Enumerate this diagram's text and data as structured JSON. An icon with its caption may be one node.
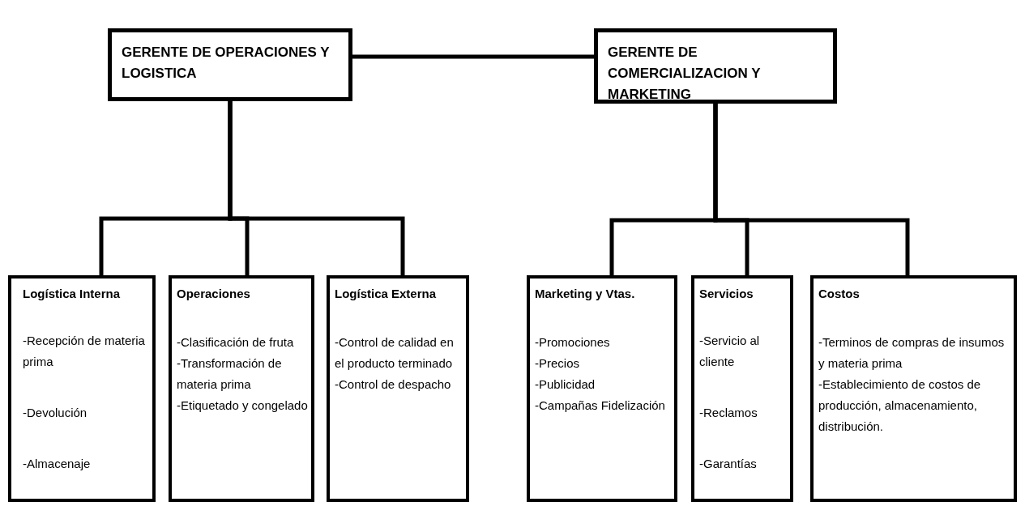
{
  "diagram": {
    "nodes": [
      {
        "text": [
          "GERENTE DE OPERACIONES Y LOGISTICA"
        ]
      },
      {
        "text": [
          "GERENTE DE COMERCIALIZACION Y MARKETING"
        ]
      },
      {
        "text": [
          "Logística Interna",
          "-Recepción de materia prima",
          "-Devolución",
          "-Almacenaje"
        ]
      },
      {
        "text": [
          "Operaciones",
          "-Clasificación de fruta",
          "-Transformación de materia prima",
          "-Etiquetado y congelado"
        ]
      },
      {
        "text": [
          "Logística Externa",
          "-Control de calidad en el producto terminado",
          "-Control de despacho"
        ]
      },
      {
        "text": [
          "Marketing y Vtas.",
          "-Promociones",
          "-Precios",
          "-Publicidad",
          "-Campañas Fidelización"
        ]
      },
      {
        "text": [
          "Servicios",
          "-Servicio al cliente",
          "-Reclamos",
          "-Garantías"
        ]
      },
      {
        "text": [
          "Costos",
          "-Terminos de compras de insumos y materia prima",
          "-Establecimiento de costos de producción, almacenamiento, distribución."
        ]
      }
    ],
    "edges": [
      {
        "from": 0,
        "to": 1,
        "arrow": "none"
      },
      {
        "from": 0,
        "to": 2,
        "arrow": "none"
      },
      {
        "from": 0,
        "to": 3,
        "arrow": "none"
      },
      {
        "from": 0,
        "to": 4,
        "arrow": "none"
      },
      {
        "from": 1,
        "to": 5,
        "arrow": "none"
      },
      {
        "from": 1,
        "to": 6,
        "arrow": "none"
      },
      {
        "from": 1,
        "to": 7,
        "arrow": "none"
      }
    ]
  }
}
